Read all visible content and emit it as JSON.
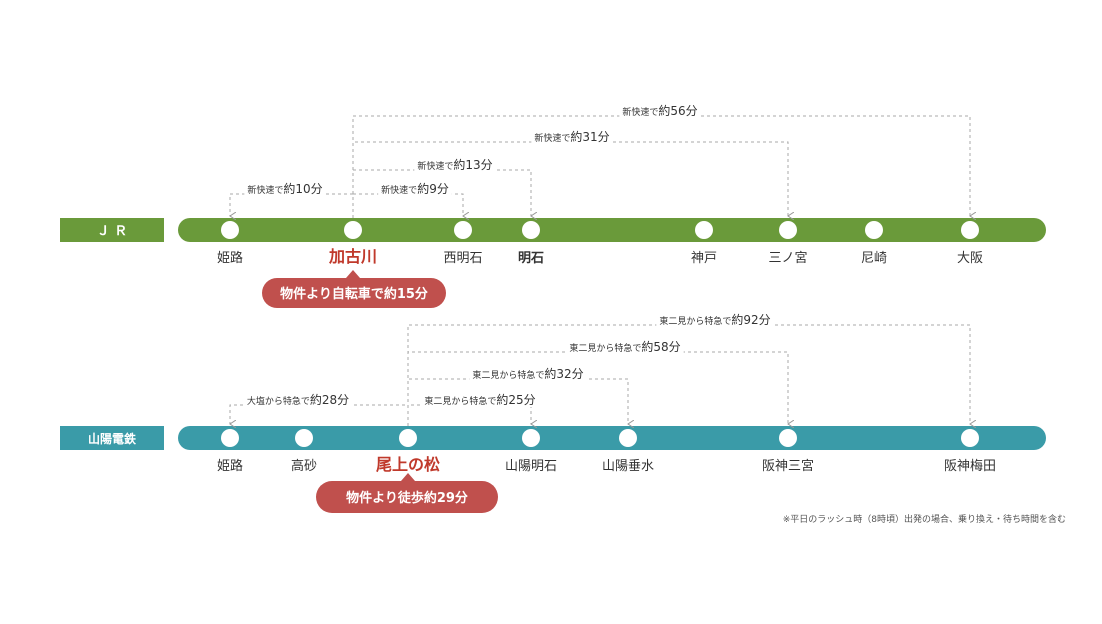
{
  "colors": {
    "jr": "#6a9a3a",
    "sanyo": "#3a9ba8",
    "origin_text": "#c0392b",
    "badge": "#c0504d",
    "connector": "#aaaaaa",
    "text": "#333333"
  },
  "jr": {
    "label": "Ｊ Ｒ",
    "stations": [
      {
        "name": "姫路",
        "bold": false,
        "origin": false
      },
      {
        "name": "加古川",
        "bold": true,
        "origin": true
      },
      {
        "name": "西明石",
        "bold": false,
        "origin": false
      },
      {
        "name": "明石",
        "bold": true,
        "origin": false
      },
      {
        "name": "神戸",
        "bold": false,
        "origin": false
      },
      {
        "name": "三ノ宮",
        "bold": false,
        "origin": false
      },
      {
        "name": "尼崎",
        "bold": false,
        "origin": false
      },
      {
        "name": "大阪",
        "bold": false,
        "origin": false
      }
    ],
    "routes": [
      {
        "text": "新快速で約56分",
        "from": 1,
        "to": 7
      },
      {
        "text": "新快速で約31分",
        "from": 1,
        "to": 5
      },
      {
        "text": "新快速で約13分",
        "from": 1,
        "to": 3
      },
      {
        "text": "新快速で約10分",
        "from": 1,
        "to": 0
      },
      {
        "text": "新快速で約9分",
        "from": 1,
        "to": 2
      }
    ],
    "badge": "物件より自転車で約15分"
  },
  "sanyo": {
    "label": "山陽電鉄",
    "stations": [
      {
        "name": "姫路",
        "bold": false,
        "origin": false
      },
      {
        "name": "高砂",
        "bold": false,
        "origin": false
      },
      {
        "name": "尾上の松",
        "bold": true,
        "origin": true
      },
      {
        "name": "山陽明石",
        "bold": false,
        "origin": false
      },
      {
        "name": "山陽垂水",
        "bold": false,
        "origin": false
      },
      {
        "name": "阪神三宮",
        "bold": false,
        "origin": false
      },
      {
        "name": "阪神梅田",
        "bold": false,
        "origin": false
      }
    ],
    "routes": [
      {
        "text": "東二見から特急で約92分",
        "from": 2,
        "to": 6
      },
      {
        "text": "東二見から特急で約58分",
        "from": 2,
        "to": 5
      },
      {
        "text": "東二見から特急で約32分",
        "from": 2,
        "to": 4
      },
      {
        "text": "大塩から特急で約28分",
        "from": 2,
        "to": 0
      },
      {
        "text": "東二見から特急で約25分",
        "from": 2,
        "to": 3
      }
    ],
    "badge": "物件より徒歩約29分"
  },
  "footnote": "※平日のラッシュ時（8時頃）出発の場合、乗り換え・待ち時間を含む"
}
